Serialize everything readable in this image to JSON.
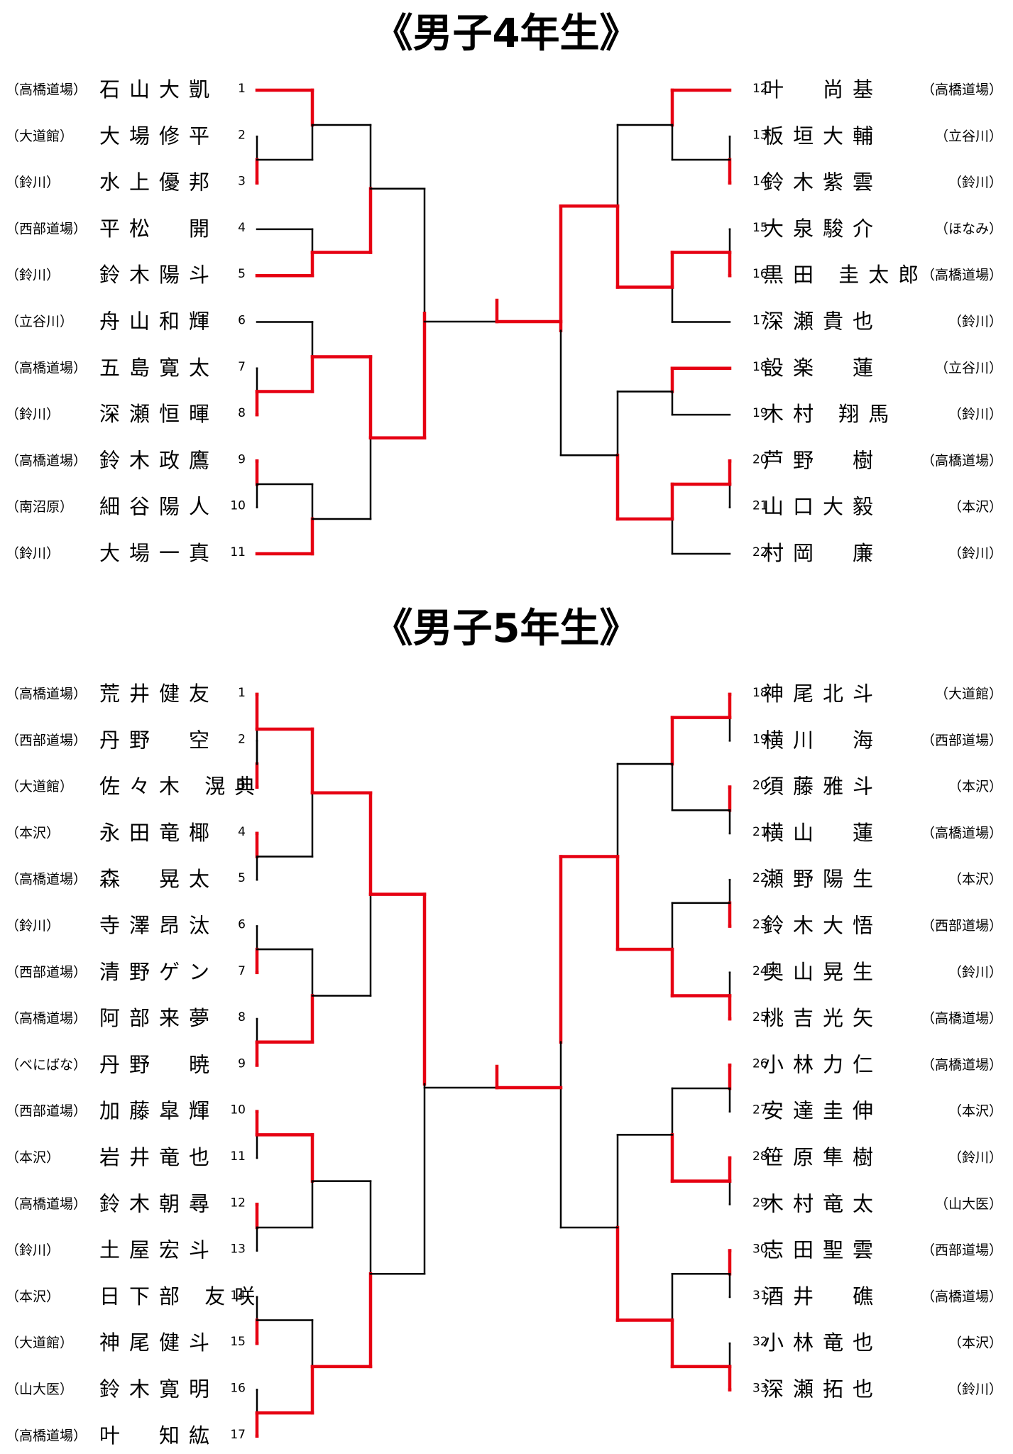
{
  "sections": [
    {
      "title": "《男子4年生》",
      "left": [
        {
          "no": "1",
          "name": "石山大凱",
          "club": "（高橋道場）"
        },
        {
          "no": "2",
          "name": "大場修平",
          "club": "（大道館）"
        },
        {
          "no": "3",
          "name": "水上優邦",
          "club": "（鈴川）"
        },
        {
          "no": "4",
          "name": "平松　開",
          "club": "（西部道場）"
        },
        {
          "no": "5",
          "name": "鈴木陽斗",
          "club": "（鈴川）"
        },
        {
          "no": "6",
          "name": "舟山和輝",
          "club": "（立谷川）"
        },
        {
          "no": "7",
          "name": "五島寛太",
          "club": "（高橋道場）"
        },
        {
          "no": "8",
          "name": "深瀬恒暉",
          "club": "（鈴川）"
        },
        {
          "no": "9",
          "name": "鈴木政鷹",
          "club": "（高橋道場）"
        },
        {
          "no": "10",
          "name": "細谷陽人",
          "club": "（南沼原）"
        },
        {
          "no": "11",
          "name": "大場一真",
          "club": "（鈴川）"
        }
      ],
      "right": [
        {
          "no": "12",
          "name": "叶　尚基",
          "club": "（高橋道場）"
        },
        {
          "no": "13",
          "name": "板垣大輔",
          "club": "（立谷川）"
        },
        {
          "no": "14",
          "name": "鈴木紫雲",
          "club": "（鈴川）"
        },
        {
          "no": "15",
          "name": "大泉駿介",
          "club": "（ほなみ）"
        },
        {
          "no": "16",
          "name": "黒田 圭太郎",
          "club": "（高橋道場）"
        },
        {
          "no": "17",
          "name": "深瀬貴也",
          "club": "（鈴川）"
        },
        {
          "no": "18",
          "name": "設楽　蓮",
          "club": "（立谷川）"
        },
        {
          "no": "19",
          "name": "木村 翔馬",
          "club": "（鈴川）"
        },
        {
          "no": "20",
          "name": "芦野　樹",
          "club": "（高橋道場）"
        },
        {
          "no": "21",
          "name": "山口大毅",
          "club": "（本沢）"
        },
        {
          "no": "22",
          "name": "村岡　廉",
          "club": "（鈴川）"
        }
      ]
    },
    {
      "title": "《男子5年生》",
      "left": [
        {
          "no": "1",
          "name": "荒井健友",
          "club": "（高橋道場）"
        },
        {
          "no": "2",
          "name": "丹野　空",
          "club": "（西部道場）"
        },
        {
          "no": "3",
          "name": "佐々木 滉典",
          "club": "（大道館）"
        },
        {
          "no": "4",
          "name": "永田竜椰",
          "club": "（本沢）"
        },
        {
          "no": "5",
          "name": "森　晃太",
          "club": "（高橋道場）"
        },
        {
          "no": "6",
          "name": "寺澤昂汰",
          "club": "（鈴川）"
        },
        {
          "no": "7",
          "name": "清野ゲン",
          "club": "（西部道場）"
        },
        {
          "no": "8",
          "name": "阿部来夢",
          "club": "（高橋道場）"
        },
        {
          "no": "9",
          "name": "丹野　暁",
          "club": "（べにばな）"
        },
        {
          "no": "10",
          "name": "加藤皐輝",
          "club": "（西部道場）"
        },
        {
          "no": "11",
          "name": "岩井竜也",
          "club": "（本沢）"
        },
        {
          "no": "12",
          "name": "鈴木朝尋",
          "club": "（高橋道場）"
        },
        {
          "no": "13",
          "name": "土屋宏斗",
          "club": "（鈴川）"
        },
        {
          "no": "14",
          "name": "日下部 友咲",
          "club": "（本沢）"
        },
        {
          "no": "15",
          "name": "神尾健斗",
          "club": "（大道館）"
        },
        {
          "no": "16",
          "name": "鈴木寛明",
          "club": "（山大医）"
        },
        {
          "no": "17",
          "name": "叶　知紘",
          "club": "（高橋道場）"
        }
      ],
      "right": [
        {
          "no": "18",
          "name": "神尾北斗",
          "club": "（大道館）"
        },
        {
          "no": "19",
          "name": "横川　海",
          "club": "（西部道場）"
        },
        {
          "no": "20",
          "name": "須藤雅斗",
          "club": "（本沢）"
        },
        {
          "no": "21",
          "name": "横山　蓮",
          "club": "（高橋道場）"
        },
        {
          "no": "22",
          "name": "瀬野陽生",
          "club": "（本沢）"
        },
        {
          "no": "23",
          "name": "鈴木大悟",
          "club": "（西部道場）"
        },
        {
          "no": "24",
          "name": "奥山晃生",
          "club": "（鈴川）"
        },
        {
          "no": "25",
          "name": "桃吉光矢",
          "club": "（高橋道場）"
        },
        {
          "no": "26",
          "name": "小林力仁",
          "club": "（高橋道場）"
        },
        {
          "no": "27",
          "name": "安達圭伸",
          "club": "（本沢）"
        },
        {
          "no": "28",
          "name": "笹原隼樹",
          "club": "（鈴川）"
        },
        {
          "no": "29",
          "name": "木村竜太",
          "club": "（山大医）"
        },
        {
          "no": "30",
          "name": "志田聖雲",
          "club": "（西部道場）"
        },
        {
          "no": "31",
          "name": "酒井　礁",
          "club": "（高橋道場）"
        },
        {
          "no": "32",
          "name": "小林竜也",
          "club": "（本沢）"
        },
        {
          "no": "33",
          "name": "深瀬拓也",
          "club": "（鈴川）"
        }
      ]
    }
  ],
  "colors": {
    "winner": "#e60012",
    "line": "#000000",
    "background": "#ffffff"
  }
}
